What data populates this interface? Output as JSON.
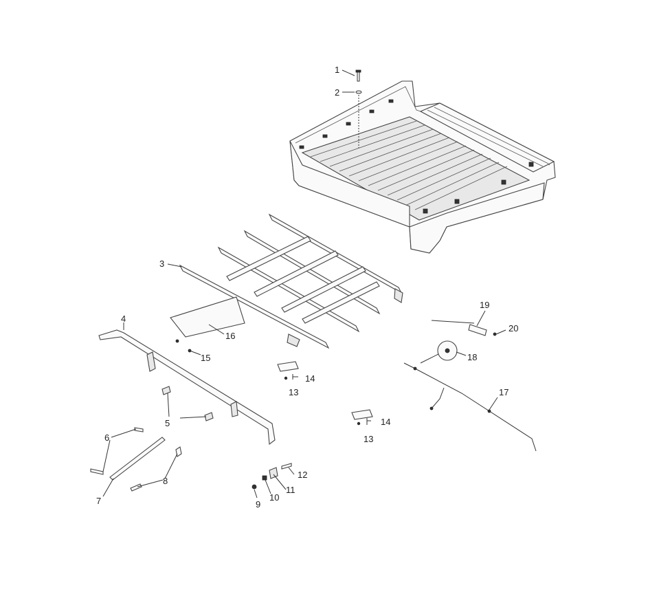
{
  "callouts": [
    "1",
    "2",
    "3",
    "4",
    "5",
    "6",
    "7",
    "8",
    "9",
    "10",
    "11",
    "12",
    "13",
    "14",
    "15",
    "16",
    "17",
    "18",
    "19",
    "20",
    "14",
    "13"
  ]
}
